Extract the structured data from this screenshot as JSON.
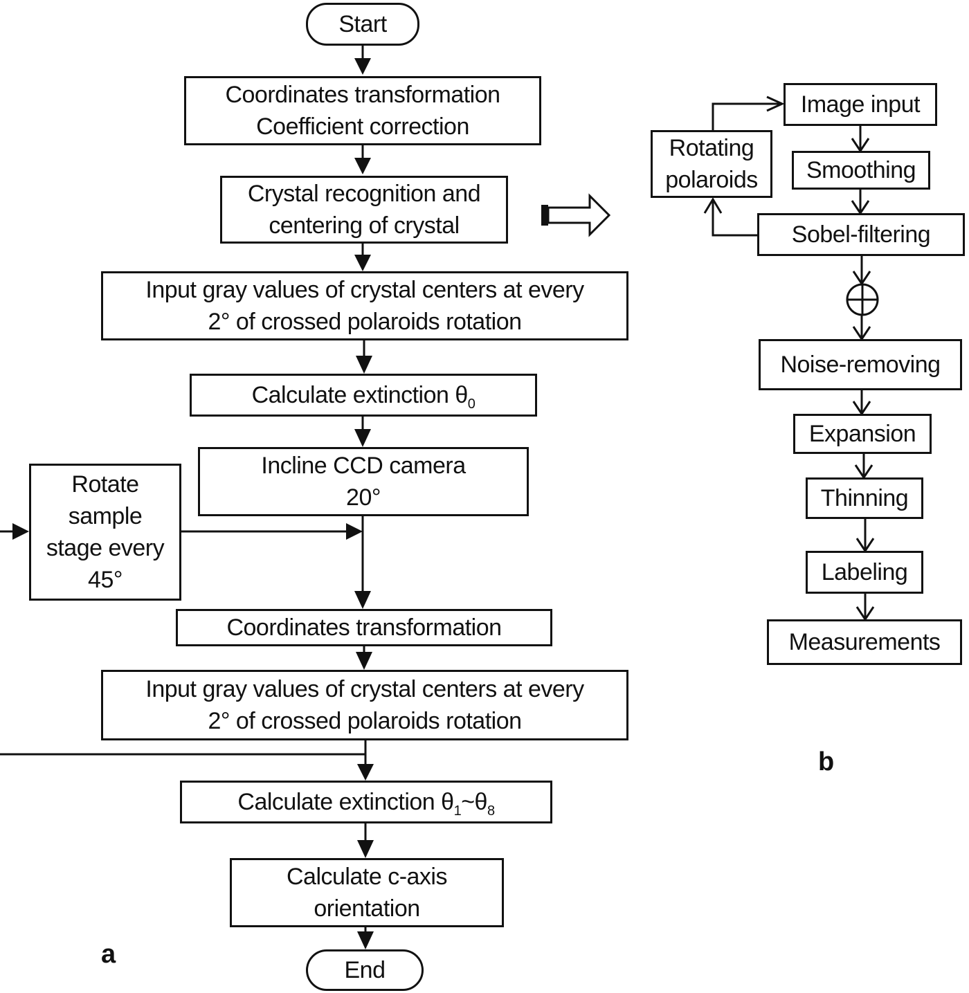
{
  "panel_a": {
    "label": "a",
    "nodes": {
      "start": "Start",
      "coord_coef": [
        "Coordinates transformation",
        "Coefficient correction"
      ],
      "crystal_recog": [
        "Crystal recognition and",
        "centering of crystal"
      ],
      "input_gray_1": [
        "Input gray values of crystal centers at every",
        "2° of crossed polaroids rotation"
      ],
      "calc_ext_0": {
        "text": "Calculate extinction θ",
        "sub": "0"
      },
      "incline_ccd": [
        "Incline CCD camera",
        "20°"
      ],
      "rotate_stage": [
        "Rotate",
        "sample",
        "stage every",
        "45°"
      ],
      "coord_trans": "Coordinates transformation",
      "input_gray_2": [
        "Input gray values of crystal centers at every",
        "2° of crossed polaroids rotation"
      ],
      "calc_ext_18": {
        "text": "Calculate extinction θ",
        "sub1": "1",
        "tilde": "~θ",
        "sub2": "8"
      },
      "calc_caxis": [
        "Calculate c-axis",
        "orientation"
      ],
      "end": "End"
    }
  },
  "panel_b": {
    "label": "b",
    "nodes": {
      "image_input": "Image input",
      "rotating_polaroids": [
        "Rotating",
        "polaroids"
      ],
      "smoothing": "Smoothing",
      "sobel": "Sobel-filtering",
      "noise": "Noise-removing",
      "expansion": "Expansion",
      "thinning": "Thinning",
      "labeling": "Labeling",
      "measurements": "Measurements"
    }
  }
}
